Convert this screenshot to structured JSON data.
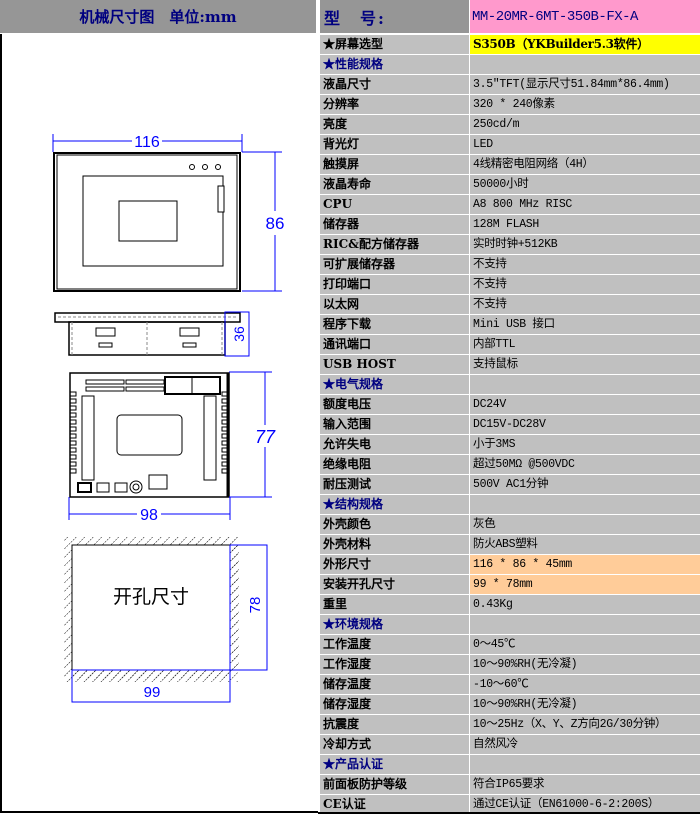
{
  "header": {
    "title": "机械尺寸图　单位:mm",
    "model_label": "型　号:",
    "model_value": "MM-20MR-6MT-350B-FX-A"
  },
  "colors": {
    "header_bg": "#969696",
    "cell_bg": "#c0c0c0",
    "model_bg": "#ff99cc",
    "screen_bg": "#ffff00",
    "dims_bg": "#ffcc99",
    "section_text": "#000080",
    "dimension_line": "#0000ff"
  },
  "drawing": {
    "front_view": {
      "width_label": "116",
      "height_label": "86"
    },
    "side_view": {
      "depth_label": "36"
    },
    "back_view": {
      "width_label": "98",
      "height_label": "77"
    },
    "cutout": {
      "label": "开孔尺寸",
      "width_label": "99",
      "height_label": "78"
    }
  },
  "spec": {
    "rows": [
      {
        "key": "★屏幕选型",
        "value": "S350B（YKBuilder5.3软件）",
        "type": "hl-yellow"
      },
      {
        "key": "★性能规格",
        "value": "",
        "type": "section"
      },
      {
        "key": "液晶尺寸",
        "value": "3.5″TFT(显示尺寸51.84mm*86.4mm)",
        "type": ""
      },
      {
        "key": "分辨率",
        "value": "320 * 240像素",
        "type": ""
      },
      {
        "key": "亮度",
        "value": "250cd/m",
        "type": ""
      },
      {
        "key": "背光灯",
        "value": "LED",
        "type": ""
      },
      {
        "key": "触摸屏",
        "value": "4线精密电阻网络（4H）",
        "type": ""
      },
      {
        "key": "液晶寿命",
        "value": "50000小时",
        "type": ""
      },
      {
        "key": "CPU",
        "value": "A8 800 MHz RISC",
        "type": ""
      },
      {
        "key": "储存器",
        "value": "128M FLASH",
        "type": ""
      },
      {
        "key": "RIC&配方储存器",
        "value": "实时时钟+512KB",
        "type": ""
      },
      {
        "key": "可扩展储存器",
        "value": "不支持",
        "type": ""
      },
      {
        "key": "打印端口",
        "value": "不支持",
        "type": ""
      },
      {
        "key": "以太网",
        "value": "不支持",
        "type": ""
      },
      {
        "key": "程序下载",
        "value": "Mini USB 接口",
        "type": ""
      },
      {
        "key": "通讯端口",
        "value": "内部TTL",
        "type": ""
      },
      {
        "key": "USB HOST",
        "value": "支持鼠标",
        "type": ""
      },
      {
        "key": "★电气规格",
        "value": "",
        "type": "section"
      },
      {
        "key": "额度电压",
        "value": "DC24V",
        "type": ""
      },
      {
        "key": "输入范围",
        "value": "DC15V-DC28V",
        "type": ""
      },
      {
        "key": "允许失电",
        "value": "小于3MS",
        "type": ""
      },
      {
        "key": "绝缘电阻",
        "value": "超过50MΩ @500VDC",
        "type": ""
      },
      {
        "key": "耐压测试",
        "value": "500V AC1分钟",
        "type": ""
      },
      {
        "key": "★结构规格",
        "value": "",
        "type": "section"
      },
      {
        "key": "外壳颜色",
        "value": "灰色",
        "type": ""
      },
      {
        "key": "外壳材料",
        "value": "防火ABS塑料",
        "type": ""
      },
      {
        "key": "外形尺寸",
        "value": "116 * 86 * 45mm",
        "type": "hl-orange"
      },
      {
        "key": "安装开孔尺寸",
        "value": "99 * 78mm",
        "type": "hl-orange"
      },
      {
        "key": "重里",
        "value": "0.43Kg",
        "type": ""
      },
      {
        "key": "★环境规格",
        "value": "",
        "type": "section"
      },
      {
        "key": "工作温度",
        "value": "0～45℃",
        "type": ""
      },
      {
        "key": "工作湿度",
        "value": "10～90%RH(无冷凝)",
        "type": ""
      },
      {
        "key": "储存温度",
        "value": "-10～60℃",
        "type": ""
      },
      {
        "key": "储存湿度",
        "value": "10～90%RH(无冷凝)",
        "type": ""
      },
      {
        "key": "抗震度",
        "value": "10～25Hz（X、Y、Z方向2G/30分钟）",
        "type": ""
      },
      {
        "key": "冷却方式",
        "value": "自然风冷",
        "type": ""
      },
      {
        "key": "★产品认证",
        "value": "",
        "type": "section"
      },
      {
        "key": "前面板防护等级",
        "value": "符合IP65要求",
        "type": ""
      },
      {
        "key": "CE认证",
        "value": "通过CE认证（EN61000-6-2:200S）",
        "type": ""
      }
    ]
  }
}
